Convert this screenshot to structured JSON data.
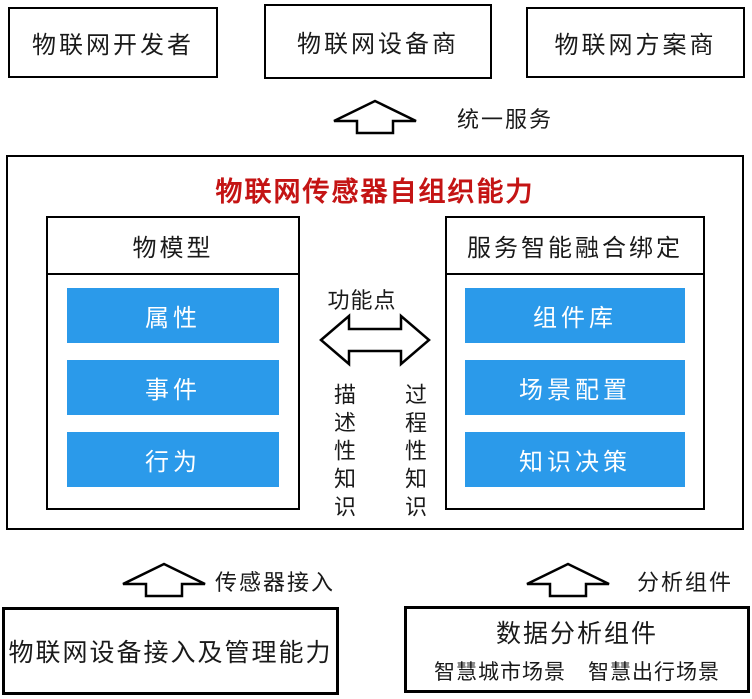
{
  "colors": {
    "chip_blue": "#2b9aea",
    "title_red": "#c41414",
    "line_black": "#000000"
  },
  "top_row": [
    {
      "label": "物联网开发者"
    },
    {
      "label": "物联网设备商"
    },
    {
      "label": "物联网方案商"
    }
  ],
  "flows": {
    "unified_service": "统一服务",
    "sensor_access": "传感器接入",
    "analysis_component": "分析组件"
  },
  "main_panel": {
    "title": "物联网传感器自组织能力",
    "thing_model": {
      "header": "物模型",
      "items": [
        "属性",
        "事件",
        "行为"
      ]
    },
    "service_binding": {
      "header": "服务智能融合绑定",
      "items": [
        "组件库",
        "场景配置",
        "知识决策"
      ]
    },
    "center": {
      "function_point": "功能点",
      "descriptive_knowledge": "描述性知识",
      "procedural_knowledge": "过程性知识"
    }
  },
  "bottom_boxes": {
    "device_access": {
      "title": "物联网设备接入及管理能力"
    },
    "data_analysis": {
      "title": "数据分析组件",
      "subtitle": "智慧城市场景　智慧出行场景"
    }
  }
}
